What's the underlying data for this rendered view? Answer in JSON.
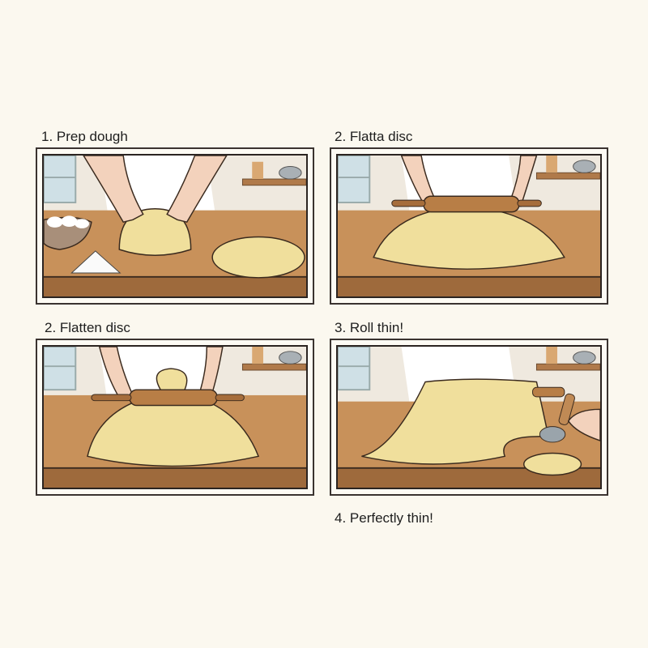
{
  "panels": [
    {
      "label": "1. Prep dough",
      "scene": "dough-ball-kneading",
      "elements": [
        "hands-kneading",
        "egg-bowl",
        "flour-pile",
        "flat-disc",
        "shelf",
        "window"
      ]
    },
    {
      "label": "2. Flatta disc",
      "scene": "rolling-pin-on-dough",
      "elements": [
        "rolling-pin",
        "hands",
        "dough-sheet",
        "shelf",
        "window"
      ]
    },
    {
      "label": "2. Flatten disc",
      "scene": "rolling-pin-on-dough",
      "elements": [
        "rolling-pin",
        "hands",
        "dough-sheet",
        "shelf",
        "window"
      ]
    },
    {
      "label": "3. Roll thin!",
      "scene": "dough-draped-over-pin-with-cutter",
      "elements": [
        "dough-sheet-draped",
        "rolling-pin",
        "cookie-cutter",
        "cut-circle",
        "hand",
        "shelf",
        "window"
      ]
    }
  ],
  "footer_label": "4. Perfectly thin!",
  "colors": {
    "background": "#fbf8ef",
    "counter": "#c8915a",
    "counter_dark": "#9e6a3c",
    "dough": "#f0df9c",
    "skin": "#f3d2bc",
    "wall": "#efe9df",
    "apron": "#ffffff",
    "window": "#cfe0e6"
  }
}
